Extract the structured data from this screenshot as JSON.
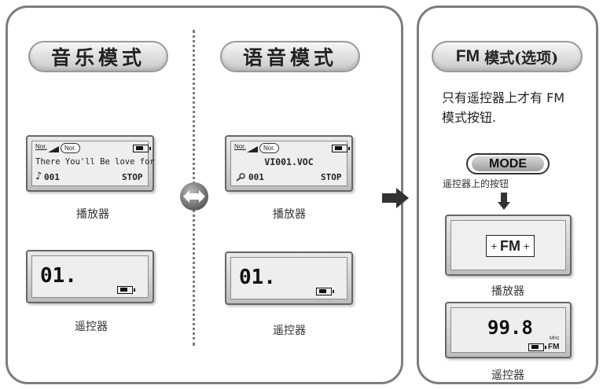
{
  "left_panel": {
    "music_mode_title": "音乐模式",
    "voice_mode_title": "语音模式",
    "music_player": {
      "tag1": "Nor.",
      "tag2": "Nor.",
      "line1": "There You'll Be love for",
      "track_symbol": "♪",
      "track": "001",
      "status": "STOP"
    },
    "voice_player": {
      "tag1": "Nor.",
      "tag2": "Nor.",
      "line1": "VI001.VOC",
      "track": "001",
      "status": "STOP"
    },
    "music_remote_display": "01.",
    "voice_remote_display": "01.",
    "player_caption": "播放器",
    "remote_caption": "遥控器"
  },
  "right_panel": {
    "title_fm": "FM",
    "title_rest": "模式(选项)",
    "description_line1": "只有遥控器上才有 FM",
    "description_line2": "模式按钮.",
    "mode_button_label": "MODE",
    "button_caption": "遥控器上的按钮",
    "fm_display": "FM",
    "fm_prefix": "+",
    "fm_suffix": "+",
    "player_caption": "播放器",
    "frequency": "99.8",
    "unit_mhz": "MHz",
    "unit_fm": "FM",
    "remote_caption": "遥控器"
  },
  "colors": {
    "panel_border": "#7d7d7d",
    "pill_fill": "#d9d9d9",
    "arrow": "#333333"
  },
  "icons": [
    "double-arrow-icon",
    "right-arrow-icon",
    "down-arrow-icon",
    "battery-icon",
    "music-note-icon",
    "microphone-icon"
  ]
}
